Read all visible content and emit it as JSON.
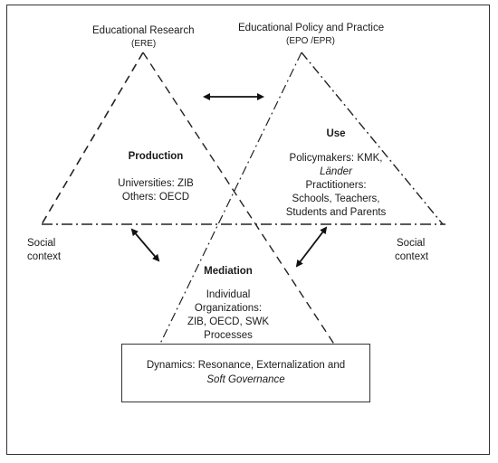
{
  "research": {
    "title": "Educational Research",
    "abbr": "(ERE)"
  },
  "policy": {
    "title": "Educational Policy and Practice",
    "abbr": "(EPO /EPR)"
  },
  "production": {
    "title": "Production",
    "line1": "Universities: ZIB",
    "line2": "Others: OECD"
  },
  "use": {
    "title": "Use",
    "line1": "Policymakers: KMK,",
    "line2": "Länder",
    "line3": "Practitioners:",
    "line4": "Schools, Teachers,",
    "line5": "Students and Parents"
  },
  "social_left": {
    "line1": "Social",
    "line2": "context"
  },
  "social_right": {
    "line1": "Social",
    "line2": "context"
  },
  "mediation": {
    "title": "Mediation",
    "line1": "Individual",
    "line2": "Organizations:",
    "line3": "ZIB, OECD, SWK",
    "line4": "Processes"
  },
  "dynamics": {
    "line1": "Dynamics: Resonance, Externalization and",
    "line2": "Soft Governance"
  }
}
